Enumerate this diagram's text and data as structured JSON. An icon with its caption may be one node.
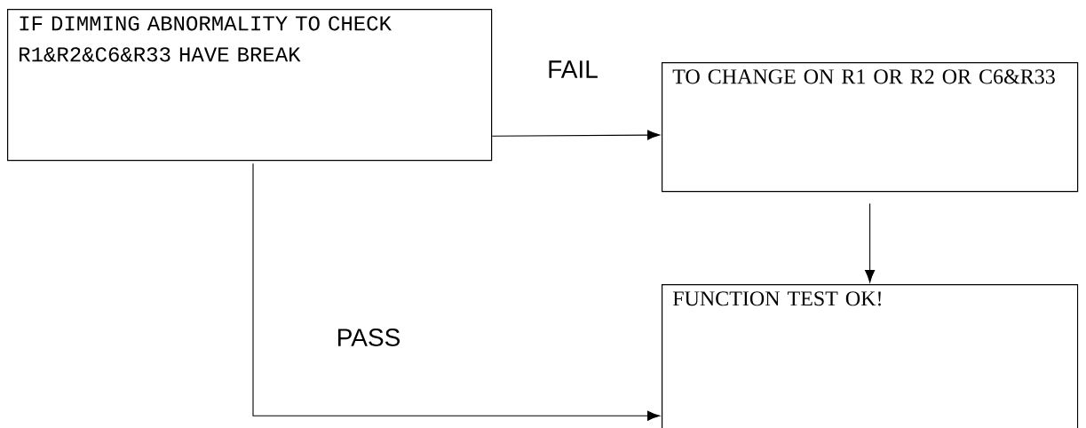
{
  "diagram": {
    "nodes": [
      {
        "text": [
          "IF DIMMING ABNORMALITY TO CHECK R1&R2&C6&R33 HAVE BREAK"
        ]
      },
      {
        "text": [
          "TO CHANGE ON R1 OR R2 OR C6&R33"
        ]
      },
      {
        "text": [
          "FUNCTION TEST OK!"
        ]
      }
    ],
    "edges": [
      {
        "from": 0,
        "to": 1,
        "arrow": "to",
        "label": "FAIL"
      },
      {
        "from": 1,
        "to": 2,
        "arrow": "to"
      },
      {
        "from": 0,
        "to": 2,
        "arrow": "to",
        "label": "PASS"
      }
    ]
  }
}
